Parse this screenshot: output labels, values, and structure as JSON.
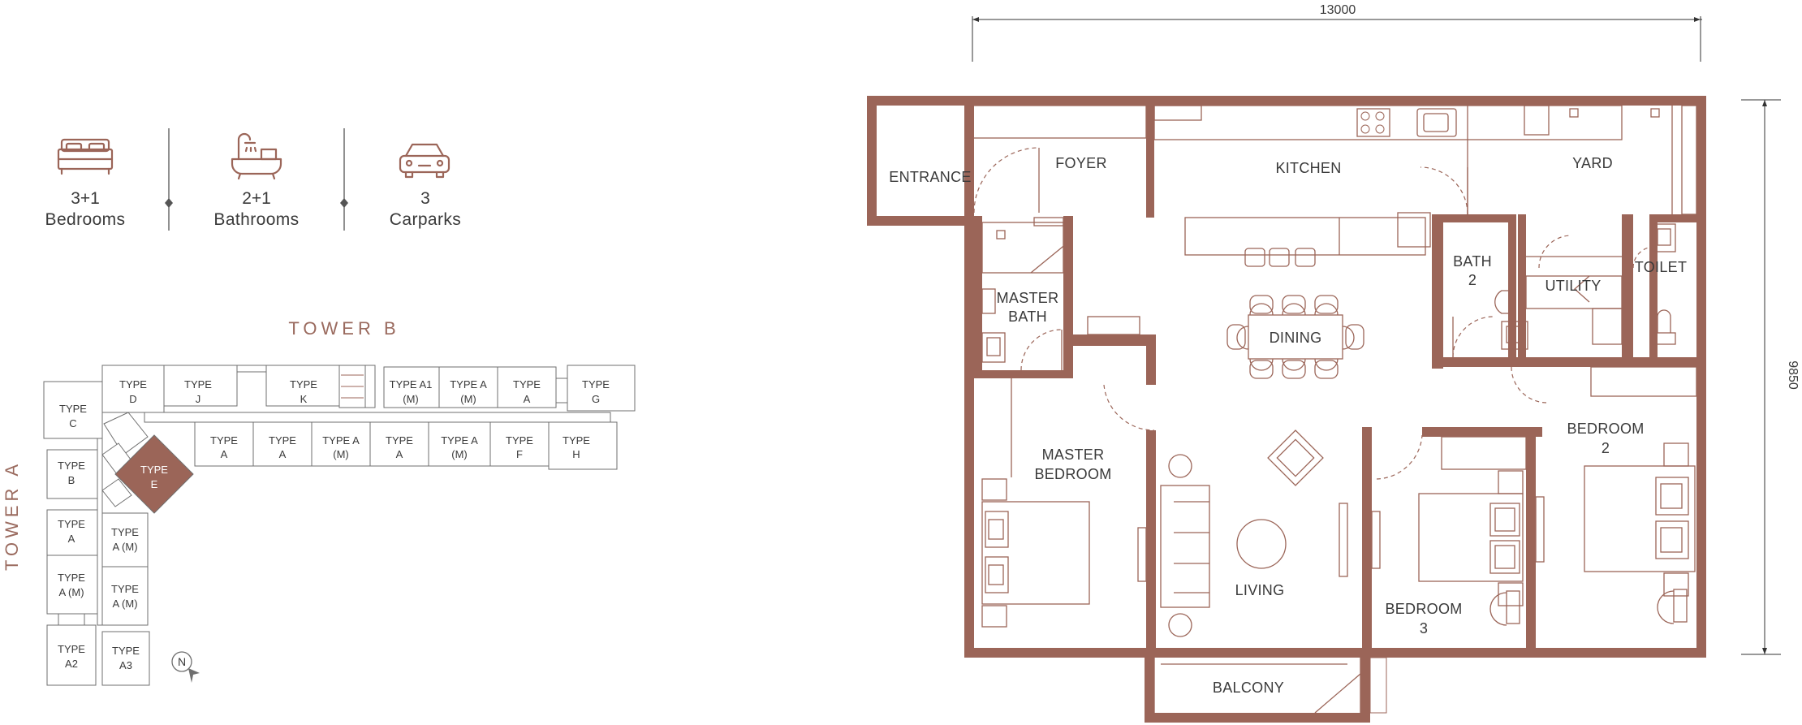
{
  "colors": {
    "wall": "#9b6558",
    "line": "#9b6558",
    "ink": "#3a3a3a",
    "highlight": "#9b6558",
    "tower": "#9a6a5e",
    "icon": "#9b6558"
  },
  "specs": [
    {
      "icon": "bed-icon",
      "value": "3+1",
      "label": "Bedrooms"
    },
    {
      "icon": "bathtub-icon",
      "value": "2+1",
      "label": "Bathrooms"
    },
    {
      "icon": "car-icon",
      "value": "3",
      "label": "Carparks"
    }
  ],
  "key_plan": {
    "tower_b": "TOWER B",
    "tower_a": "TOWER A",
    "north": "N",
    "units": {
      "type_d": [
        "TYPE",
        "D"
      ],
      "type_j": [
        "TYPE",
        "J"
      ],
      "type_k": [
        "TYPE",
        "K"
      ],
      "type_a1m": [
        "TYPE A1",
        "(M)"
      ],
      "type_am_top": [
        "TYPE A",
        "(M)"
      ],
      "type_a_top": [
        "TYPE",
        "A"
      ],
      "type_g": [
        "TYPE",
        "G"
      ],
      "type_c": [
        "TYPE",
        "C"
      ],
      "type_e": [
        "TYPE",
        "E"
      ],
      "type_a_r1": [
        "TYPE",
        "A"
      ],
      "type_a_r2": [
        "TYPE",
        "A"
      ],
      "type_am_r3": [
        "TYPE A",
        "(M)"
      ],
      "type_a_r4": [
        "TYPE",
        "A"
      ],
      "type_am_r5": [
        "TYPE A",
        "(M)"
      ],
      "type_f": [
        "TYPE",
        "F"
      ],
      "type_h": [
        "TYPE",
        "H"
      ],
      "type_b": [
        "TYPE",
        "B"
      ],
      "type_a_l1": [
        "TYPE",
        "A"
      ],
      "type_am_l2": [
        "TYPE",
        "A (M)"
      ],
      "type_a2": [
        "TYPE",
        "A2"
      ],
      "type_am_i1": [
        "TYPE",
        "A (M)"
      ],
      "type_am_i2": [
        "TYPE",
        "A (M)"
      ],
      "type_a3": [
        "TYPE",
        "A3"
      ]
    }
  },
  "floor_plan": {
    "dim_width": "13000",
    "dim_height": "9850",
    "rooms": {
      "entrance": [
        "ENTRANCE"
      ],
      "foyer": [
        "FOYER"
      ],
      "kitchen": [
        "KITCHEN"
      ],
      "yard": [
        "YARD"
      ],
      "master_bath": [
        "MASTER",
        "BATH"
      ],
      "dining": [
        "DINING"
      ],
      "bath2": [
        "BATH",
        "2"
      ],
      "utility": [
        "UTILITY"
      ],
      "toilet": [
        "TOILET"
      ],
      "master_bedroom": [
        "MASTER",
        "BEDROOM"
      ],
      "living": [
        "LIVING"
      ],
      "bedroom2": [
        "BEDROOM",
        "2"
      ],
      "bedroom3": [
        "BEDROOM",
        "3"
      ],
      "balcony": [
        "BALCONY"
      ]
    }
  }
}
